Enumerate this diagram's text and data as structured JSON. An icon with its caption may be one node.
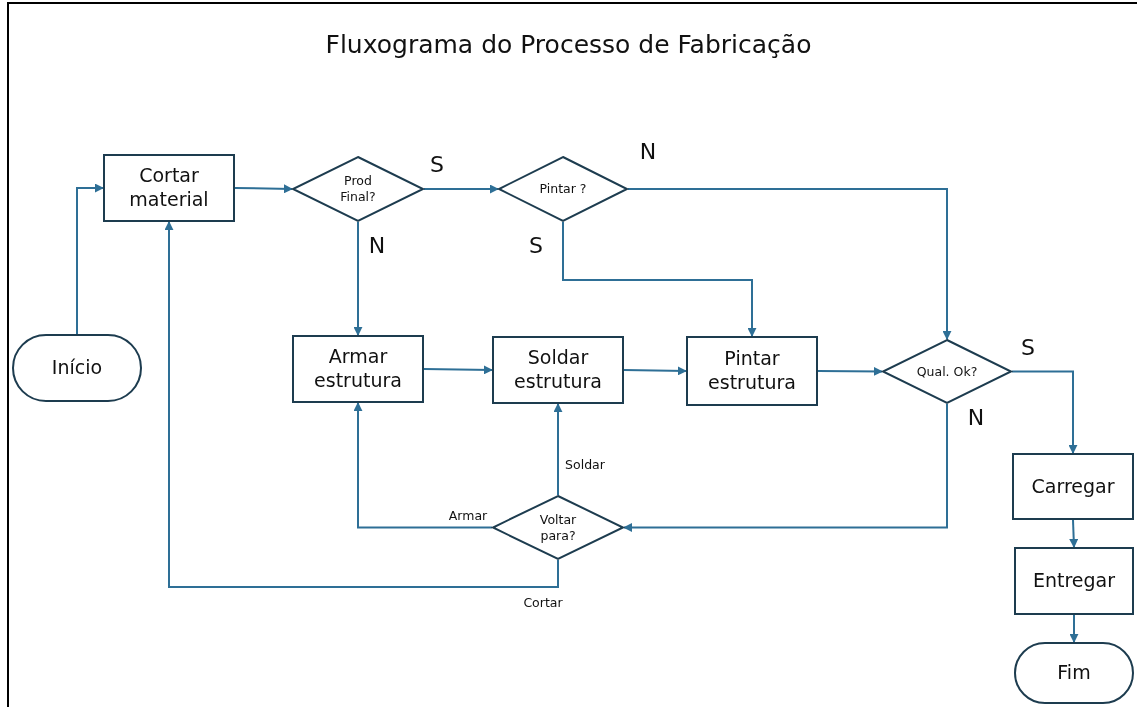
{
  "diagram": {
    "title": "Fluxograma do Processo de Fabricação",
    "nodes": [
      {
        "text": [
          "Início"
        ]
      },
      {
        "text": [
          "Cortar material"
        ]
      },
      {
        "text": [
          "Prod Final?"
        ]
      },
      {
        "text": [
          "Pintar ?"
        ]
      },
      {
        "text": [
          "Armar estrutura"
        ]
      },
      {
        "text": [
          "Soldar estrutura"
        ]
      },
      {
        "text": [
          "Pintar estrutura"
        ]
      },
      {
        "text": [
          "Qual. Ok?"
        ]
      },
      {
        "text": [
          "Voltar para?"
        ]
      },
      {
        "text": [
          "Carregar"
        ]
      },
      {
        "text": [
          "Entregar"
        ]
      },
      {
        "text": [
          "Fim"
        ]
      }
    ],
    "edges": [
      {
        "from": 0,
        "to": 1,
        "arrow": "to"
      },
      {
        "from": 1,
        "to": 2,
        "arrow": "to"
      },
      {
        "from": 2,
        "to": 3,
        "arrow": "to",
        "label": "S"
      },
      {
        "from": 2,
        "to": 4,
        "arrow": "to",
        "label": "N"
      },
      {
        "from": 3,
        "to": 7,
        "arrow": "to",
        "label": "N"
      },
      {
        "from": 3,
        "to": 6,
        "arrow": "to",
        "label": "S"
      },
      {
        "from": 4,
        "to": 5,
        "arrow": "to"
      },
      {
        "from": 5,
        "to": 6,
        "arrow": "to"
      },
      {
        "from": 6,
        "to": 7,
        "arrow": "to"
      },
      {
        "from": 7,
        "to": 9,
        "arrow": "to",
        "label": "S"
      },
      {
        "from": 7,
        "to": 8,
        "arrow": "to",
        "label": "N"
      },
      {
        "from": 8,
        "to": 4,
        "arrow": "to",
        "label": "Armar"
      },
      {
        "from": 8,
        "to": 5,
        "arrow": "to",
        "label": "Soldar"
      },
      {
        "from": 8,
        "to": 1,
        "arrow": "to",
        "label": "Cortar"
      },
      {
        "from": 9,
        "to": 10,
        "arrow": "to"
      },
      {
        "from": 10,
        "to": 11,
        "arrow": "to"
      }
    ]
  }
}
